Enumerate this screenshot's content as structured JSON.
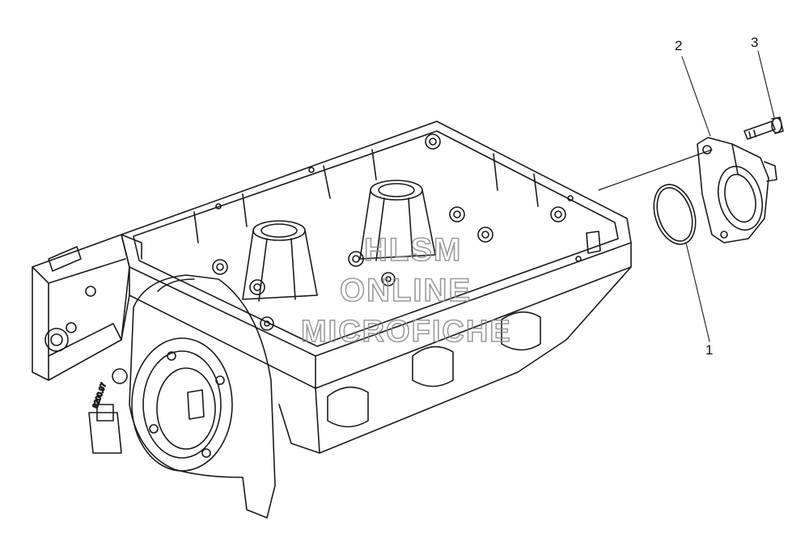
{
  "callouts": [
    {
      "label": "1"
    },
    {
      "label": "2"
    },
    {
      "label": "3"
    }
  ],
  "part_stamp": "8200.97",
  "watermark": {
    "line1": "HLSM",
    "line2": "ONLINE",
    "line3": "MICROFICHE"
  },
  "colors": {
    "line": "#1a1a1a",
    "background": "#ffffff",
    "watermark": "#8a8a8a"
  }
}
